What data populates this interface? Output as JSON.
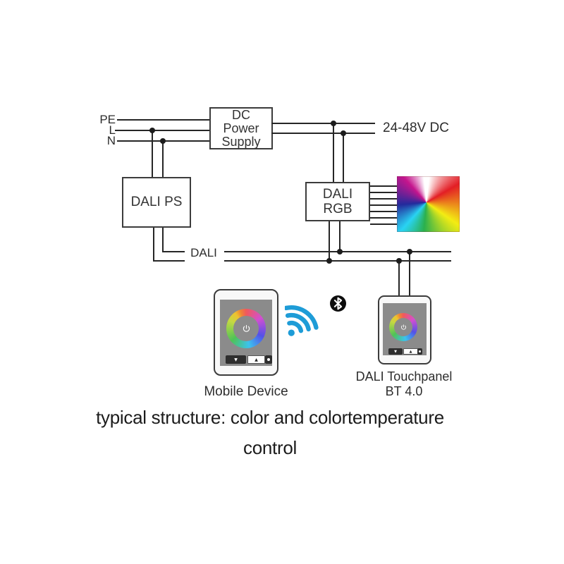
{
  "diagram": {
    "terminals": {
      "pe": "PE",
      "l": "L",
      "n": "N"
    },
    "dc_supply": {
      "line1": "DC",
      "line2": "Power",
      "line3": "Supply"
    },
    "dc_output": "24-48V DC",
    "dali_ps": "DALI PS",
    "dali_rgb": {
      "line1": "DALI",
      "line2": "RGB"
    },
    "bus_label": "DALI",
    "mobile": {
      "label": "Mobile Device",
      "down_glyph": "▼",
      "up_glyph": "▲"
    },
    "touchpanel": {
      "label": "DALI Touchpanel",
      "sublabel": "BT 4.0",
      "down_glyph": "▼",
      "up_glyph": "▲"
    },
    "caption": {
      "line1": "typical structure: color and colortemperature",
      "line2": "control"
    },
    "colors": {
      "wifi_blue": "#1E9CD7",
      "wire": "#262626",
      "screen_gray": "#8b8b8b"
    }
  }
}
